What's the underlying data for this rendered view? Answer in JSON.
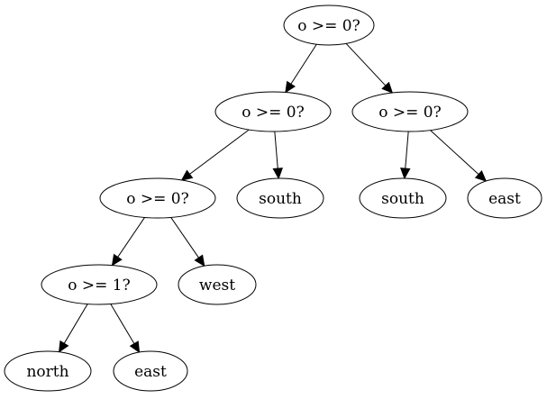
{
  "nodes": [
    {
      "id": "n0",
      "label": "o >= 0?"
    },
    {
      "id": "n1",
      "label": "o >= 0?"
    },
    {
      "id": "n2",
      "label": "o >= 0?"
    },
    {
      "id": "n3",
      "label": "o >= 0?"
    },
    {
      "id": "n4",
      "label": "south"
    },
    {
      "id": "n5",
      "label": "south"
    },
    {
      "id": "n6",
      "label": "east"
    },
    {
      "id": "n7",
      "label": "o >= 1?"
    },
    {
      "id": "n8",
      "label": "west"
    },
    {
      "id": "n9",
      "label": "north"
    },
    {
      "id": "n10",
      "label": "east"
    }
  ],
  "edges": [
    {
      "from": "n0",
      "to": "n1"
    },
    {
      "from": "n0",
      "to": "n2"
    },
    {
      "from": "n1",
      "to": "n3"
    },
    {
      "from": "n1",
      "to": "n4"
    },
    {
      "from": "n2",
      "to": "n5"
    },
    {
      "from": "n2",
      "to": "n6"
    },
    {
      "from": "n3",
      "to": "n7"
    },
    {
      "from": "n3",
      "to": "n8"
    },
    {
      "from": "n7",
      "to": "n9"
    },
    {
      "from": "n7",
      "to": "n10"
    }
  ],
  "colors": {
    "stroke": "#000000",
    "fill": "#ffffff",
    "text": "#000000"
  }
}
